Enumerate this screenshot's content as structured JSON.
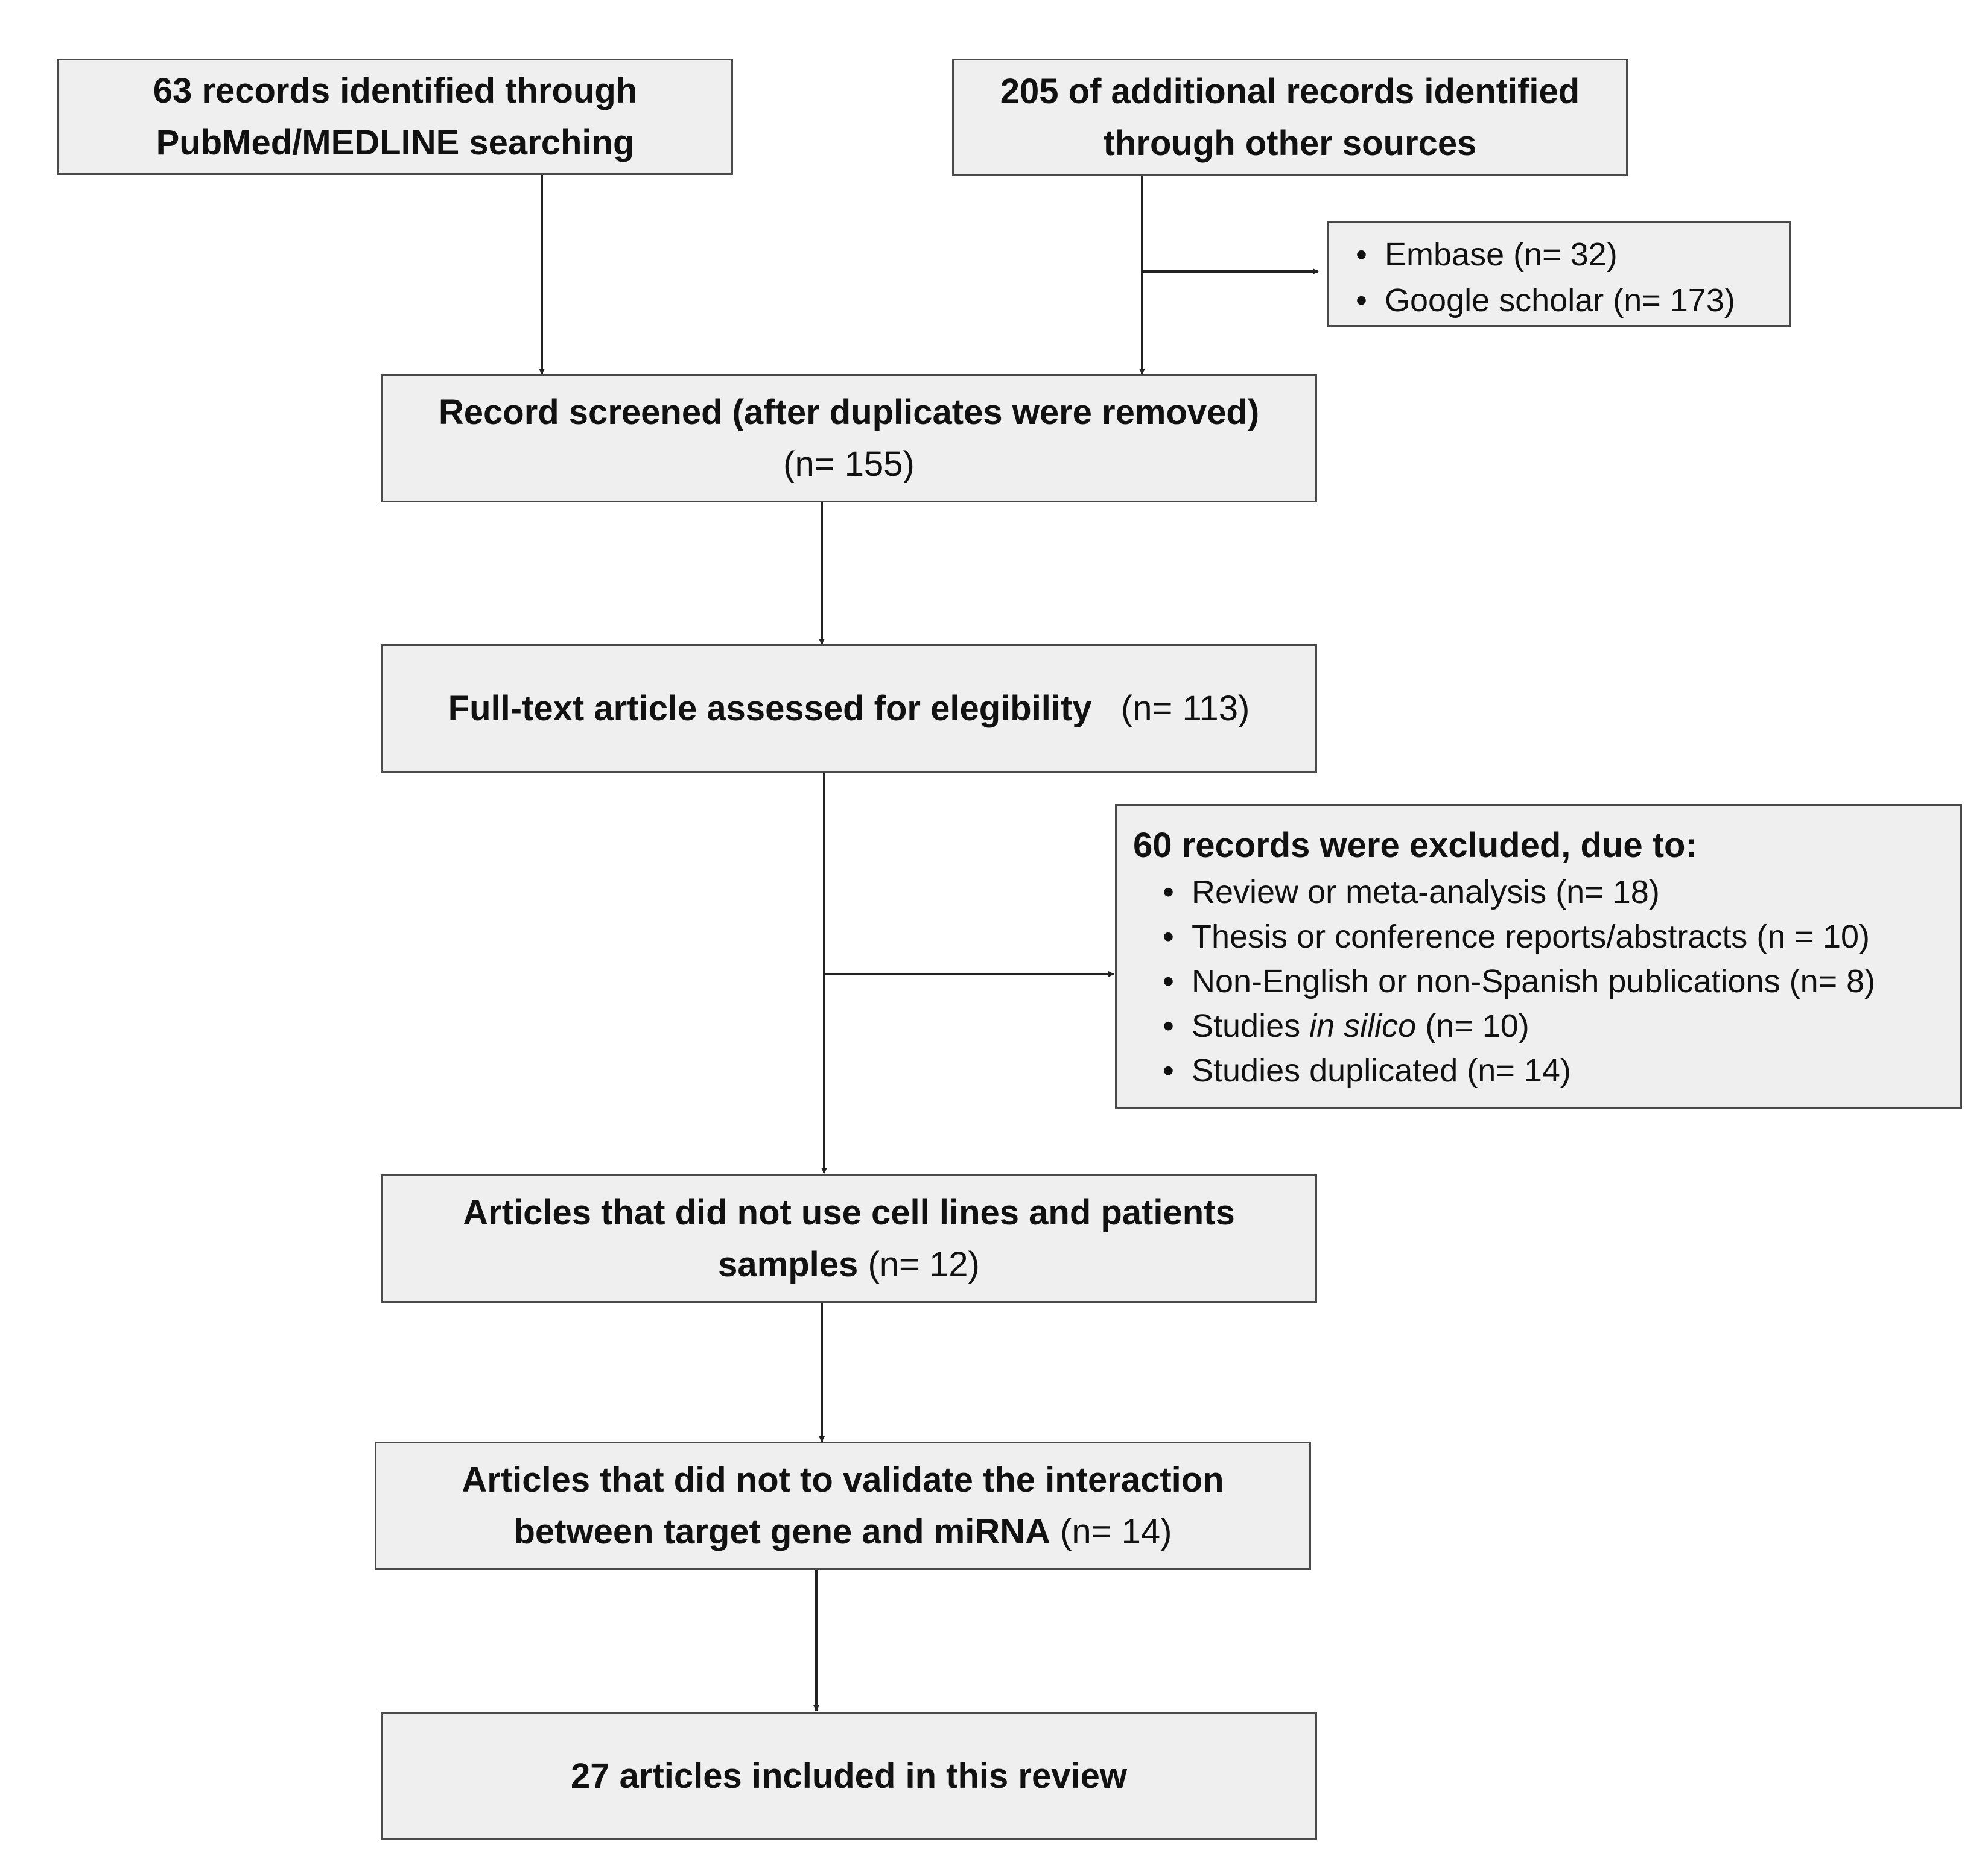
{
  "boxes": {
    "pubmed": {
      "line1": "63 records identified through",
      "line2": "PubMed/MEDLINE  searching"
    },
    "other": {
      "line1": "205 of additional  records identified",
      "line2": "through  other sources"
    },
    "sources": {
      "items": [
        "Embase (n= 32)",
        "Google scholar (n= 173)"
      ]
    },
    "screened": {
      "title": "Record screened (after duplicates were removed)",
      "count": "(n= 155)"
    },
    "fulltext": {
      "title": "Full-text article assessed for elegibility",
      "count": "(n= 113)"
    },
    "excluded": {
      "title": "60 records were excluded, due to:",
      "items": [
        {
          "text": "Review or meta-analysis (n= 18)"
        },
        {
          "text": "Thesis or conference reports/abstracts (n = 10)"
        },
        {
          "text": "Non-English or non-Spanish publications (n=  8)"
        },
        {
          "pre": "Studies ",
          "italic": "in silico",
          "post": " (n= 10)"
        },
        {
          "text": "Studies duplicated (n= 14)"
        }
      ]
    },
    "celllines": {
      "line1": "Articles that did not use cell lines and patients",
      "line2": "samples",
      "count": "(n= 12)"
    },
    "validate": {
      "line1": "Articles that did not to validate the interaction",
      "line2": "between target gene and miRNA",
      "count": "(n= 14)"
    },
    "included": {
      "title": "27 articles included in this review"
    }
  },
  "colors": {
    "box_fill": "#efefef",
    "border": "#4a4a4a",
    "arrow": "#222222"
  }
}
